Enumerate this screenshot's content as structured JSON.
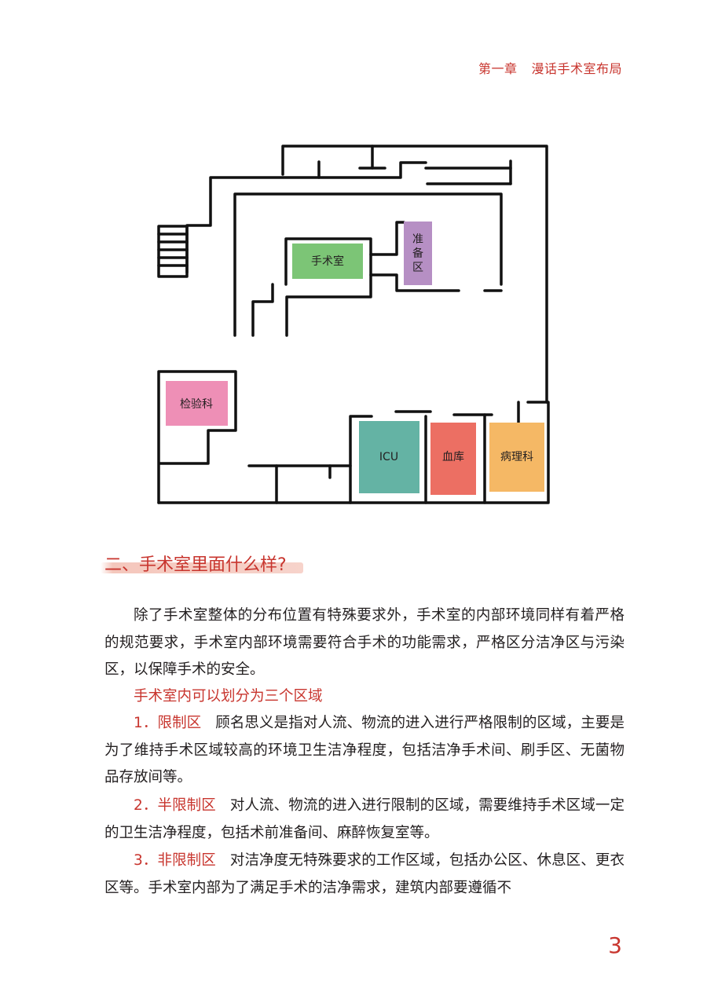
{
  "header": {
    "chapter": "第一章",
    "title": "漫话手术室布局"
  },
  "floorplan": {
    "rooms": {
      "operating_room": "手术室",
      "prep_area": [
        "准",
        "备",
        "区"
      ],
      "lab": "检验科",
      "icu": "ICU",
      "blood_bank": "血库",
      "pathology": "病理科"
    },
    "colors": {
      "operating_room": "#7cc576",
      "prep_area": "#b68fc4",
      "lab": "#ee8fb6",
      "icu": "#64b3a4",
      "blood_bank": "#ec6f63",
      "pathology": "#f5b865"
    }
  },
  "section": {
    "heading": "二、手术室里面什么样?",
    "intro": "除了手术室整体的分布位置有特殊要求外，手术室的内部环境同样有着严格的规范要求，手术室内部环境需要符合手术的功能需求，严格区分洁净区与污染区，以保障手术的安全。",
    "subheading": "手术室内可以划分为三个区域",
    "items": [
      {
        "term": "1．限制区",
        "text": "顾名思义是指对人流、物流的进入进行严格限制的区域，主要是为了维持手术区域较高的环境卫生洁净程度，包括洁净手术间、刷手区、无菌物品存放间等。"
      },
      {
        "term": "2．半限制区",
        "text": "对人流、物流的进入进行限制的区域，需要维持手术区域一定的卫生洁净程度，包括术前准备间、麻醉恢复室等。"
      },
      {
        "term": "3．非限制区",
        "text": "对洁净度无特殊要求的工作区域，包括办公区、休息区、更衣区等。手术室内部为了满足手术的洁净需求，建筑内部要遵循不"
      }
    ]
  },
  "page_number": "3",
  "accent_color": "#c8352e"
}
